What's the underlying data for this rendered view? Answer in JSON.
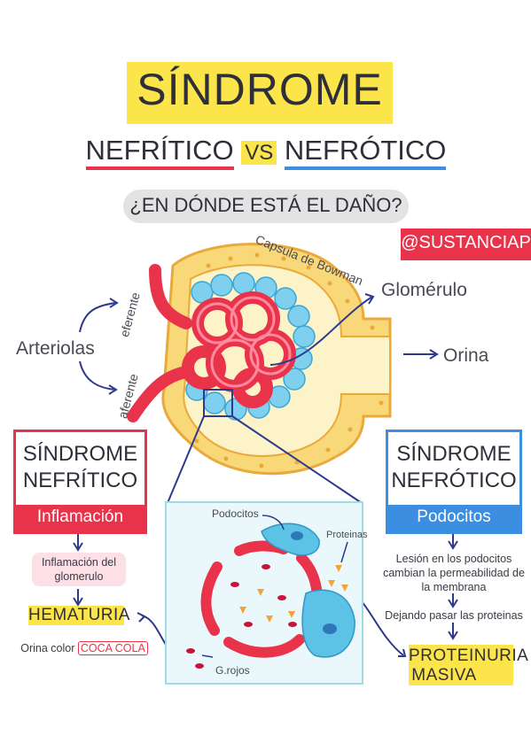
{
  "title": "SÍNDROME",
  "subtitle": {
    "left": "NEFRÍTICO",
    "vs": "VS",
    "right": "NEFRÓTICO"
  },
  "question": "¿EN DÓNDE ESTÁ EL DAÑO?",
  "handle": "@SUSTANCIAP",
  "diagram_labels": {
    "capsule": "Capsula de Bowman",
    "glomerulus": "Glomérulo",
    "arterioles": "Arteriolas",
    "efferent": "eferente",
    "afferent": "aferente",
    "urine": "Orina"
  },
  "zoom_labels": {
    "podocytes": "Podocitos",
    "proteins": "Proteinas",
    "red_cells": "G.rojos"
  },
  "nephritic": {
    "title_line1": "SÍNDROME",
    "title_line2": "NEFRÍTICO",
    "band": "Inflamación",
    "note": "Inflamación del glomerulo",
    "result": "HEMATURIA",
    "urine_prefix": "Orina color",
    "urine_color": "COCA COLA"
  },
  "nephrotic": {
    "title_line1": "SÍNDROME",
    "title_line2": "NEFRÓTICO",
    "band": "Podocitos",
    "note": "Lesión en los podocitos cambian la permeabilidad de la membrana",
    "note2": "Dejando pasar las proteinas",
    "result_line1": "PROTEINURIA",
    "result_line2": "MASIVA"
  },
  "colors": {
    "red": "#e8334a",
    "blue": "#3b8ee0",
    "yellow": "#fbe54a",
    "pink": "#fde0e6",
    "capsule": "#f9d87a",
    "cyan": "#5cc2e6"
  }
}
